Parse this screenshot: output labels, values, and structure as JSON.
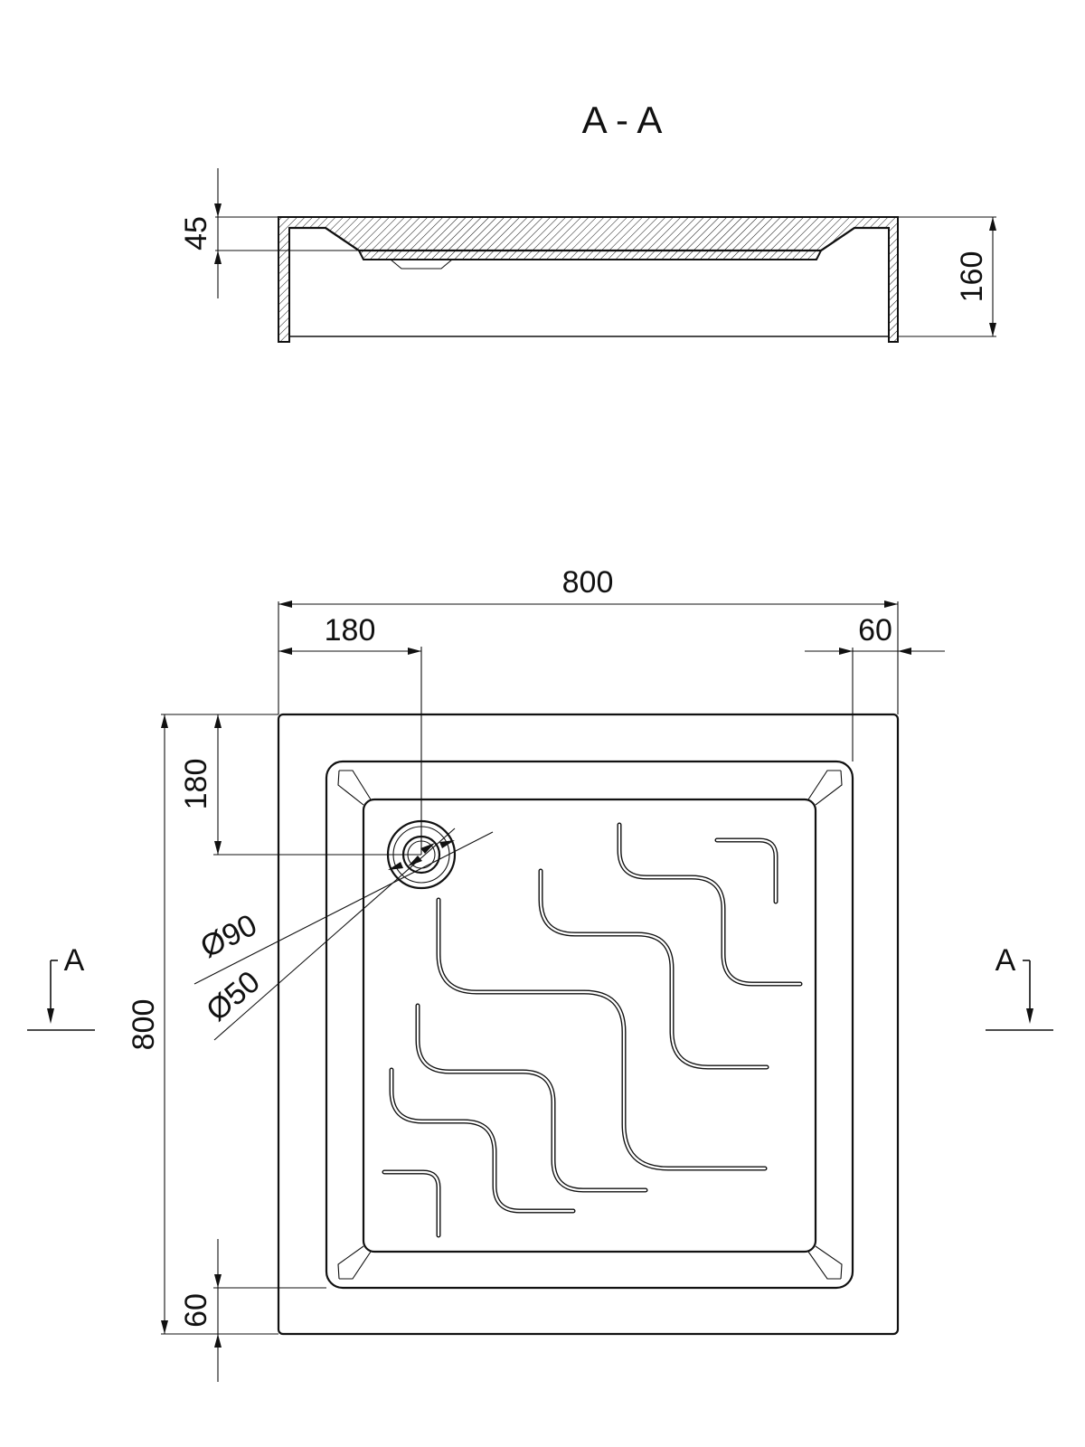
{
  "section": {
    "title": "A - A",
    "dim_rim_depth": "45",
    "dim_total_height": "160"
  },
  "plan": {
    "dim_width": "800",
    "dim_height": "800",
    "dim_drain_x": "180",
    "dim_drain_y": "180",
    "dim_right_margin": "60",
    "dim_bottom_margin": "60",
    "dim_drain_outer": "Ø90",
    "dim_drain_inner": "Ø50",
    "cut_label_left": "A",
    "cut_label_right": "A"
  }
}
